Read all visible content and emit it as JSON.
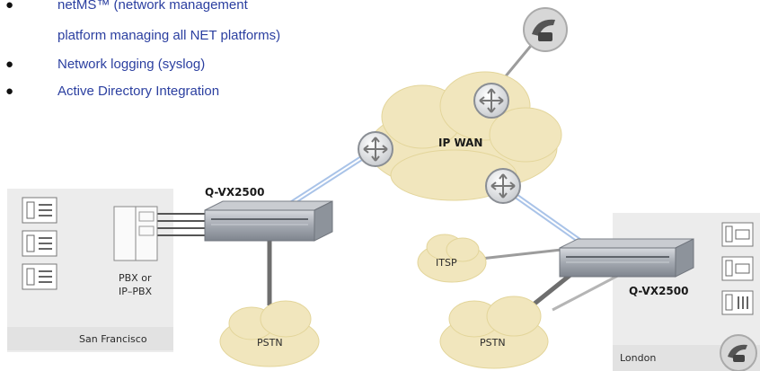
{
  "bullets": [
    {
      "line1": "netMS™ (network management",
      "line2": "platform managing all NET platforms)"
    },
    {
      "line1": "Network logging (syslog)"
    },
    {
      "line1": "Active Directory Integration"
    }
  ],
  "diagram": {
    "wan_label": "IP WAN",
    "device_left_label": "Q-VX2500",
    "device_right_label": "Q-VX2500",
    "pbx_line1": "PBX or",
    "pbx_line2": "IP–PBX",
    "site_left": "San Francisco",
    "site_right": "London",
    "pstn_left": "PSTN",
    "pstn_right": "PSTN",
    "itsp": "ITSP"
  },
  "colors": {
    "bullet_text": "#2b3fa0",
    "cloud": "#f1e6bd",
    "site_panel": "#ececec",
    "link_blue": "#a9c3e8",
    "link_gray": "#8a8a8a",
    "device": "#9aa0a8"
  },
  "icons": [
    "bullet-dot",
    "router-icon",
    "phone-icon",
    "ip-phone-icon",
    "cloud-shape",
    "gateway-device"
  ]
}
